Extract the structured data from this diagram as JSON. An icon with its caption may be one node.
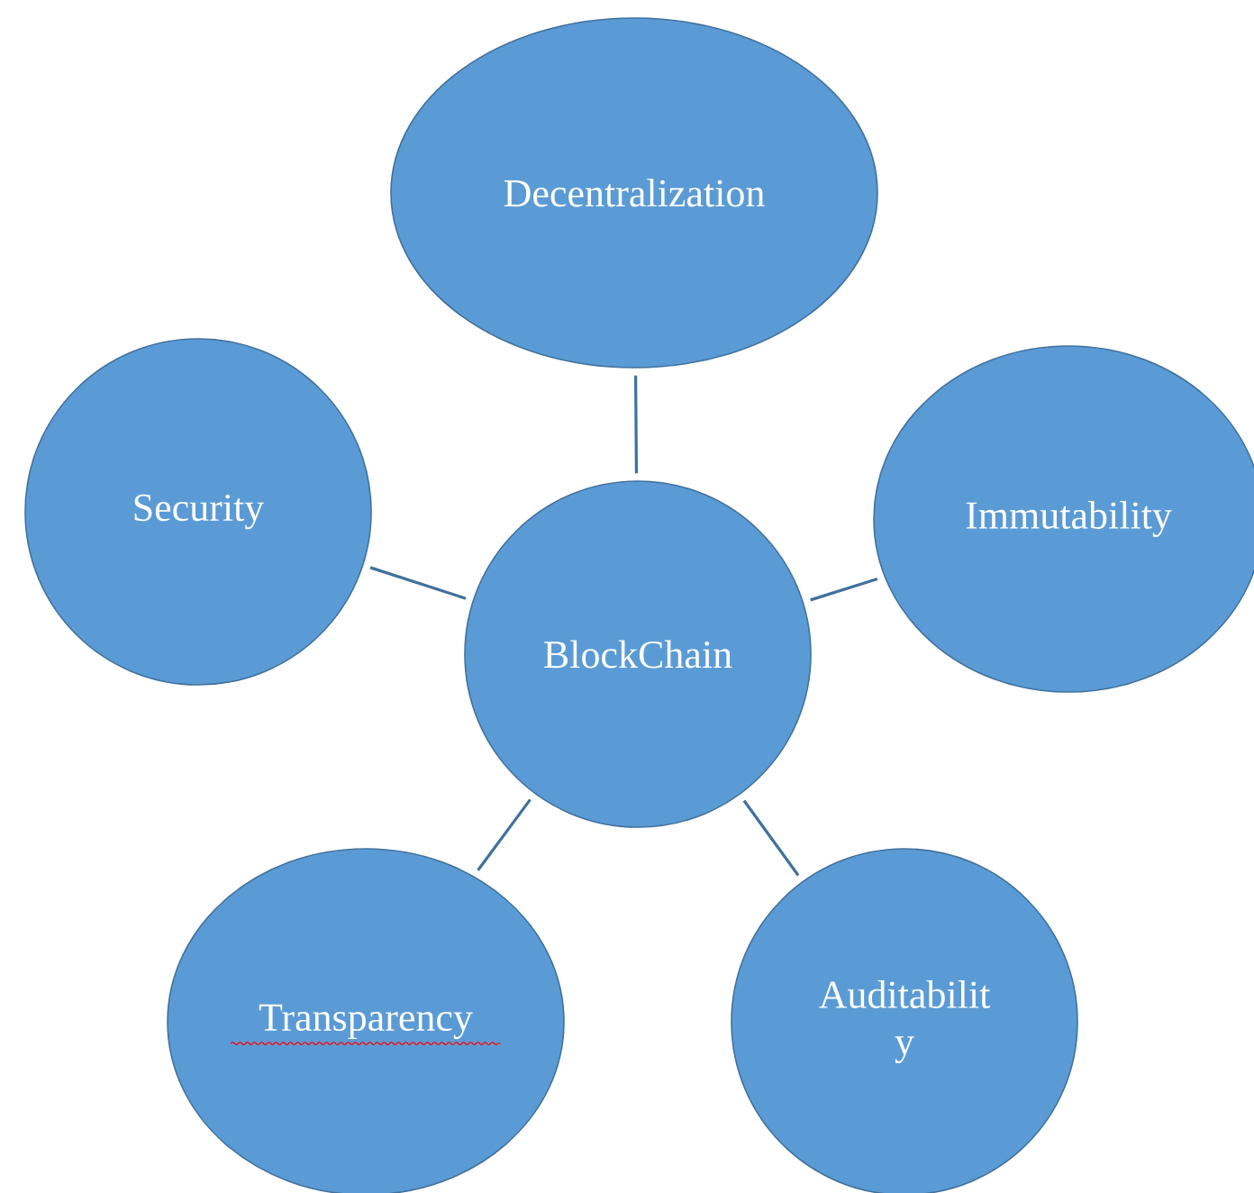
{
  "diagram": {
    "nodes": [
      {
        "text": [
          "BlockChain"
        ]
      },
      {
        "text": [
          "Decentralization"
        ]
      },
      {
        "text": [
          "Security"
        ]
      },
      {
        "text": [
          "Immutability"
        ]
      },
      {
        "text": [
          "Transparency"
        ]
      },
      {
        "text": [
          "Auditabilit y"
        ]
      }
    ],
    "edges": [
      {
        "from": 0,
        "to": 1,
        "arrow": "none"
      },
      {
        "from": 0,
        "to": 2,
        "arrow": "none"
      },
      {
        "from": 0,
        "to": 3,
        "arrow": "none"
      },
      {
        "from": 0,
        "to": 4,
        "arrow": "none"
      },
      {
        "from": 0,
        "to": 5,
        "arrow": "none"
      }
    ]
  }
}
